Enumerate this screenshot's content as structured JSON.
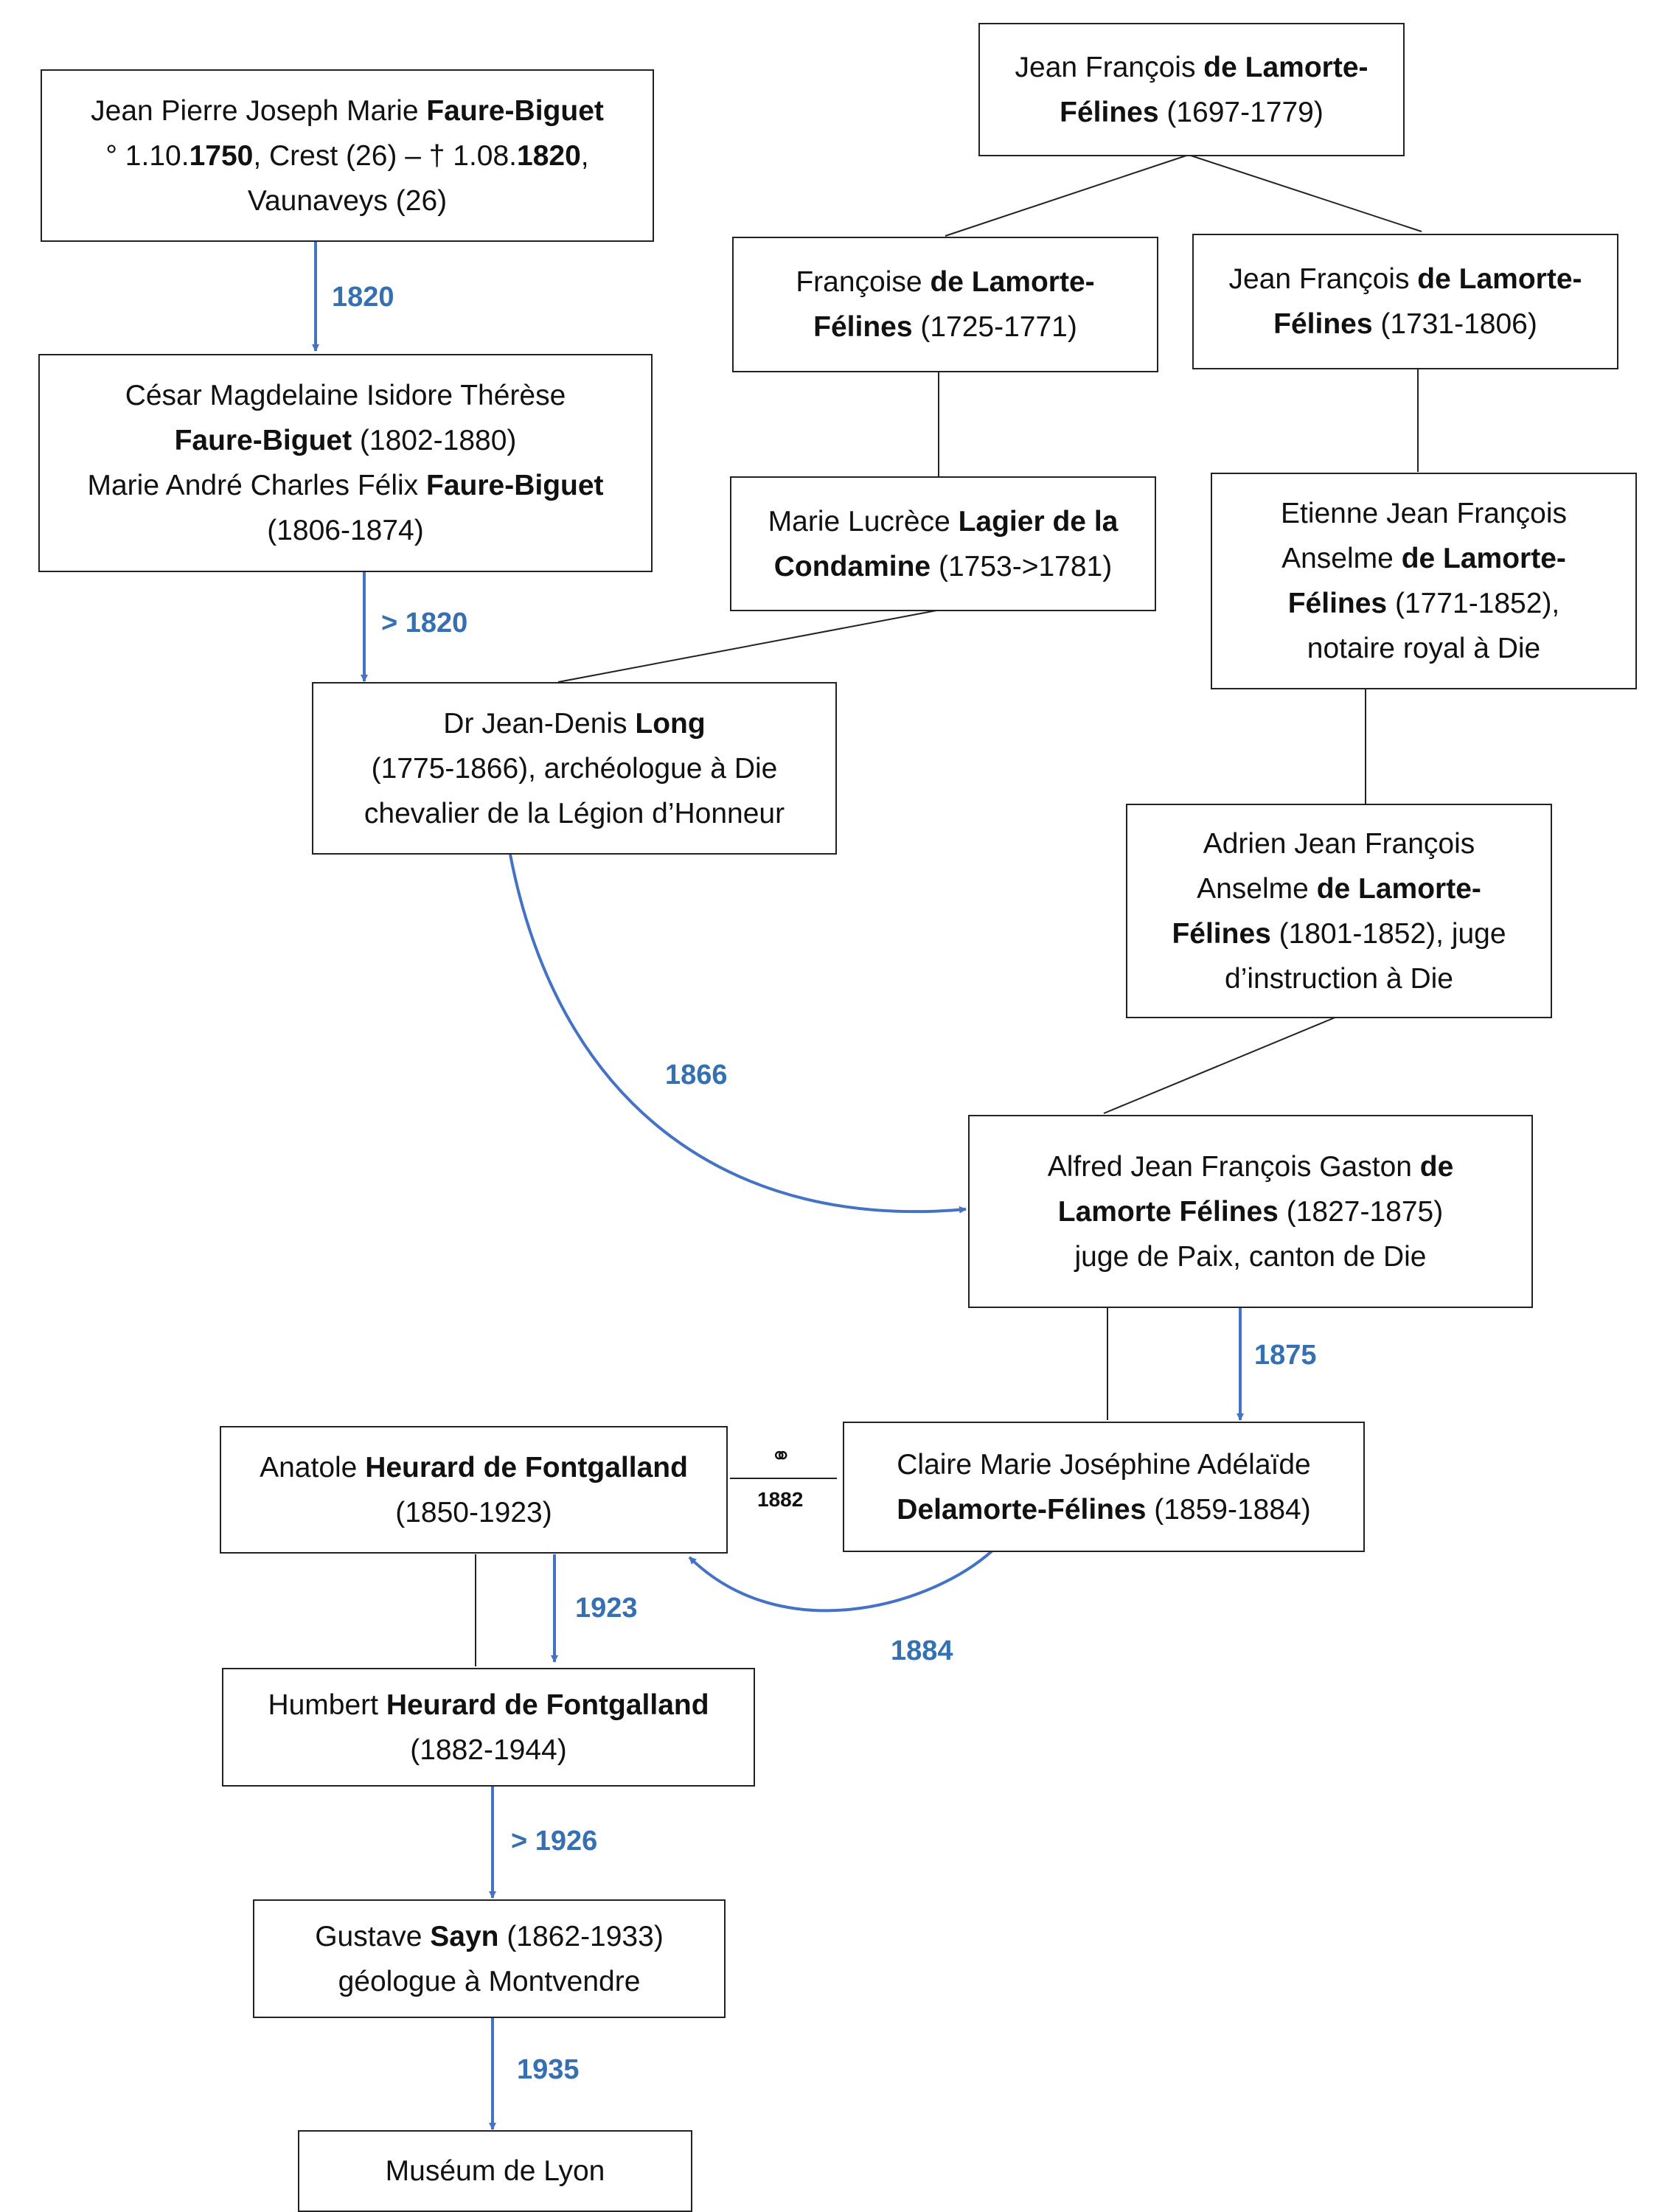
{
  "people": {
    "faure_biguet_jp": {
      "l1": "Jean Pierre Joseph Marie ",
      "l1b": "Faure-Biguet",
      "l2a": "° 1.10.",
      "l2b": "1750",
      "l2c": ", Crest (26) – † 1.08.",
      "l2d": "1820",
      "l2e": ",",
      "l3": "Vaunaveys (26)"
    },
    "faure_biguet_heirs": {
      "l1": "César Magdelaine Isidore Thérèse",
      "l2b": "Faure-Biguet",
      "l2": " (1802-1880)",
      "l3": "Marie André Charles Félix ",
      "l3b": "Faure-Biguet",
      "l4": "(1806-1874)"
    },
    "long": {
      "l1": "Dr Jean-Denis ",
      "l1b": "Long",
      "l2": "(1775-1866), archéologue à Die",
      "l3": "chevalier de la Légion d’Honneur"
    },
    "jf_1697": {
      "l1": "Jean François ",
      "l1b": "de Lamorte-",
      "l2b": "Félines",
      "l2": " (1697-1779)"
    },
    "francoise": {
      "l1": "Françoise ",
      "l1b": "de Lamorte-",
      "l2b": "Félines",
      "l2": " (1725-1771)"
    },
    "jf_1731": {
      "l1": "Jean François ",
      "l1b": "de Lamorte-",
      "l2b": "Félines",
      "l2": " (1731-1806)"
    },
    "lagier": {
      "l1": "Marie Lucrèce ",
      "l1b": "Lagier de la",
      "l2b": "Condamine",
      "l2": " (1753->1781)"
    },
    "etienne": {
      "l1": "Etienne Jean François",
      "l2": "Anselme ",
      "l2b": "de Lamorte-",
      "l3b": "Félines",
      "l3": " (1771-1852),",
      "l4": "notaire royal à Die"
    },
    "adrien": {
      "l1": "Adrien Jean François",
      "l2": "Anselme ",
      "l2b": "de Lamorte-",
      "l3b": "Félines",
      "l3": " (1801-1852), juge",
      "l4": "d’instruction à Die"
    },
    "alfred": {
      "l1": "Alfred Jean François Gaston ",
      "l1b": "de",
      "l2b": "Lamorte Félines",
      "l2": " (1827-1875)",
      "l3": "juge de Paix, canton de Die"
    },
    "anatole": {
      "l1": "Anatole ",
      "l1b": "Heurard de Fontgalland",
      "l2": "(1850-1923)"
    },
    "claire": {
      "l1": "Claire Marie Joséphine Adélaïde",
      "l2b": "Delamorte-Félines",
      "l2": " (1859-1884)"
    },
    "humbert": {
      "l1": "Humbert ",
      "l1b": "Heurard de Fontgalland",
      "l2": "(1882-1944)"
    },
    "sayn": {
      "l1": "Gustave ",
      "l1b": "Sayn",
      "l1c": " (1862-1933)",
      "l2": "géologue à Montvendre"
    },
    "museum": {
      "l1": "Muséum de Lyon"
    }
  },
  "transfers": {
    "t1820": "1820",
    "t_gt1820": "> 1820",
    "t1866": "1866",
    "t1875": "1875",
    "t1923": "1923",
    "t1884": "1884",
    "t_gt1926": "> 1926",
    "t1935": "1935"
  },
  "marriage": {
    "symbol": "⚭",
    "year": "1882"
  },
  "colors": {
    "transfer_arrow": "#4472c4",
    "transfer_label": "#3570b3",
    "line": "#222222"
  }
}
